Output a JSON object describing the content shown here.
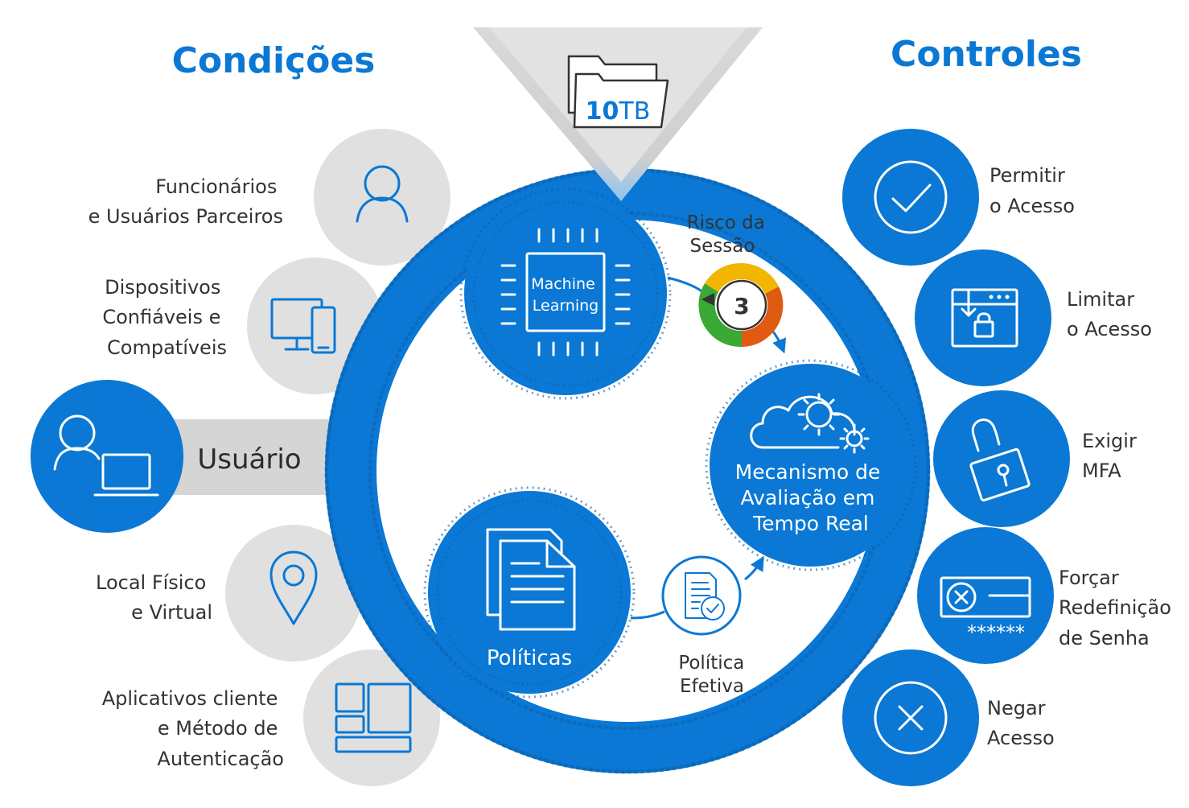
{
  "headings": {
    "conditions": "Condições",
    "controls": "Controles"
  },
  "storage": {
    "size_number": "10",
    "size_unit": "TB"
  },
  "user": {
    "label": "Usuário"
  },
  "conditions": [
    {
      "id": "users",
      "icon": "person-icon",
      "lines": [
        "Funcionários",
        "e Usuários Parceiros"
      ]
    },
    {
      "id": "devices",
      "icon": "devices-icon",
      "lines": [
        "Dispositivos",
        "Confiáveis e",
        "Compatíveis"
      ]
    },
    {
      "id": "location",
      "icon": "location-pin-icon",
      "lines": [
        "Local Físico",
        "e Virtual"
      ]
    },
    {
      "id": "apps",
      "icon": "apps-grid-icon",
      "lines": [
        "Aplicativos cliente",
        "e Método de",
        "Autenticação"
      ]
    }
  ],
  "center": {
    "machine_learning": [
      "Machine",
      "Learning"
    ],
    "policies": "Políticas",
    "engine": [
      "Mecanismo de",
      "Avaliação em",
      "Tempo Real"
    ],
    "session_risk": [
      "Risco da",
      "Sessão"
    ],
    "risk_score": "3",
    "effective_policy": [
      "Política",
      "Efetiva"
    ]
  },
  "controls": [
    {
      "id": "allow",
      "icon": "checkmark-icon",
      "lines": [
        "Permitir",
        "o Acesso"
      ]
    },
    {
      "id": "limit",
      "icon": "limited-window-lock-icon",
      "lines": [
        "Limitar",
        "o Acesso"
      ]
    },
    {
      "id": "mfa",
      "icon": "padlock-icon",
      "lines": [
        "Exigir",
        "MFA"
      ]
    },
    {
      "id": "reset",
      "icon": "password-field-icon",
      "lines": [
        "Forçar",
        "Redefinição",
        "de Senha"
      ],
      "mask": "******"
    },
    {
      "id": "deny",
      "icon": "x-circle-icon",
      "lines": [
        "Negar",
        "Acesso"
      ]
    }
  ],
  "colors": {
    "brand_blue": "#0a78d4",
    "grey_circle": "#e0e0e0",
    "funnel_grey": "#c8c8c8",
    "risk_yellow": "#f2b600",
    "risk_orange": "#e05a12",
    "risk_green": "#3aa935"
  }
}
